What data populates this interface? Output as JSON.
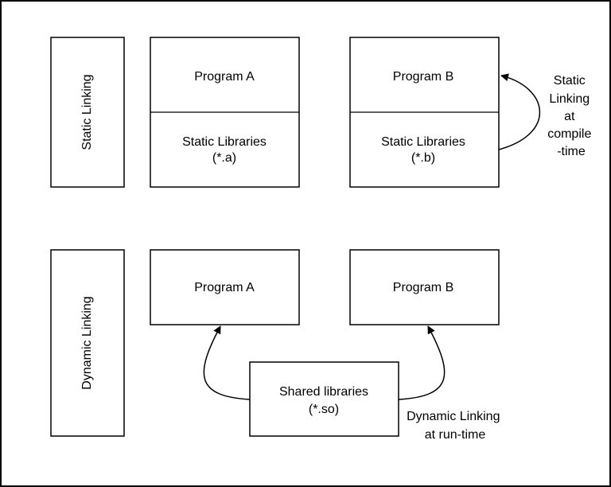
{
  "static_section": {
    "side_label": "Static Linking",
    "program_a": {
      "title": "Program A",
      "library_line1": "Static Libraries",
      "library_line2": "(*.a)"
    },
    "program_b": {
      "title": "Program B",
      "library_line1": "Static Libraries",
      "library_line2": "(*.b)"
    },
    "annotation": [
      "Static",
      "Linking",
      "at",
      "compile",
      "-time"
    ]
  },
  "dynamic_section": {
    "side_label": "Dynamic Linking",
    "program_a": {
      "title": "Program A"
    },
    "program_b": {
      "title": "Program B"
    },
    "shared_library_line1": "Shared libraries",
    "shared_library_line2": "(*.so)",
    "annotation": [
      "Dynamic Linking",
      "at run-time"
    ]
  },
  "colors": {
    "stroke": "#000000",
    "background": "#ffffff"
  }
}
